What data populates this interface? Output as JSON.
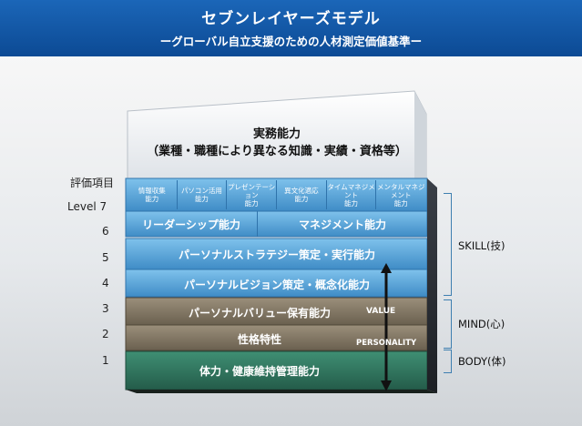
{
  "header": {
    "title": "セブンレイヤーズモデル",
    "subtitle": "ーグローバル自立支援のための人材測定価値基準ー"
  },
  "axis_label": "評価項目",
  "levels": [
    "Level 7",
    "6",
    "5",
    "4",
    "3",
    "2",
    "1"
  ],
  "top_block": {
    "line1": "実務能力",
    "line2": "（業種・職種により異なる知識・実績・資格等）"
  },
  "level7_cells": [
    {
      "l1": "情報収集",
      "l2": "能力"
    },
    {
      "l1": "パソコン活用",
      "l2": "能力"
    },
    {
      "l1": "プレゼンテーション",
      "l2": "能力"
    },
    {
      "l1": "異文化適応",
      "l2": "能力"
    },
    {
      "l1": "タイムマネジメント",
      "l2": "能力"
    },
    {
      "l1": "メンタルマネジメント",
      "l2": "能力"
    }
  ],
  "level6": {
    "left": "リーダーシップ能力",
    "right": "マネジメント能力"
  },
  "level5": "パーソナルストラテジー策定・実行能力",
  "level4": "パーソナルビジョン策定・概念化能力",
  "level3": {
    "label": "パーソナルバリュー保有能力",
    "tag": "VALUE"
  },
  "level2": {
    "label": "性格特性",
    "tag": "PERSONALITY"
  },
  "level1": "体力・健康維持管理能力",
  "groups": {
    "skill": "SKILL(技)",
    "mind": "MIND(心)",
    "body": "BODY(体)"
  },
  "colors": {
    "header": "#0e4f9c",
    "skill_band": "#5aa8dc",
    "mind_band": "#8a7c68",
    "body_band": "#2f7a63",
    "bracket": "#3e7fb0"
  }
}
